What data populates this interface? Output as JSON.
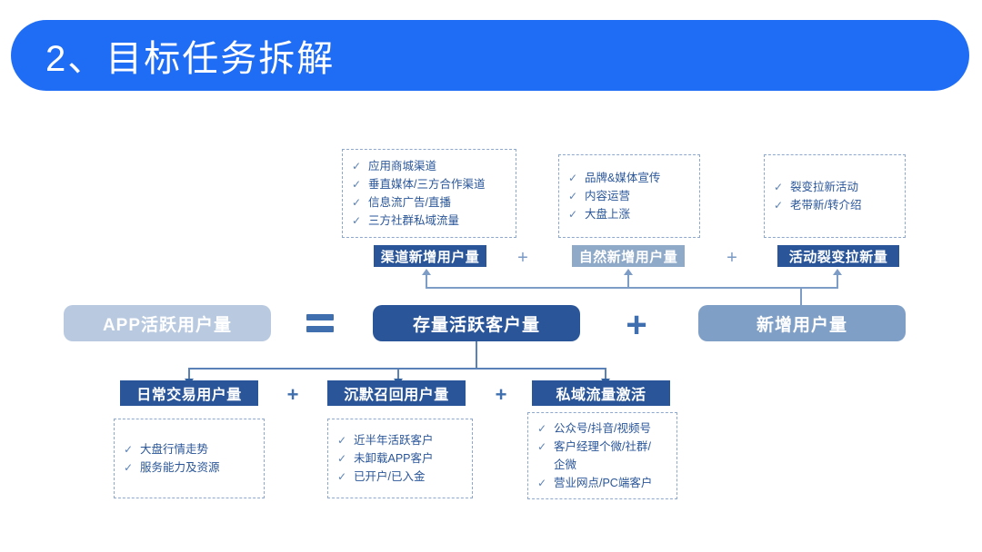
{
  "slide": {
    "title": "2、目标任务拆解",
    "accent_blue": "#1f6df5",
    "dark_blue": "#2a5699",
    "mid_blue": "#8fa9c9",
    "pale_blue": "#b8c9e0",
    "check_glyph": "✓"
  },
  "top_section": {
    "boxes": [
      {
        "label": "渠道新增用户量",
        "style": "dark",
        "items": [
          "应用商城渠道",
          "垂直媒体/三方合作渠道",
          "信息流广告/直播",
          "三方社群私域流量"
        ]
      },
      {
        "label": "自然新增用户量",
        "style": "mid",
        "items": [
          "品牌&媒体宣传",
          "内容运营",
          "大盘上涨"
        ]
      },
      {
        "label": "活动裂变拉新量",
        "style": "dark",
        "items": [
          "裂变拉新活动",
          "老带新/转介绍"
        ]
      }
    ],
    "operators": [
      "+",
      "+"
    ]
  },
  "middle_section": {
    "left_pill": "APP活跃用户量",
    "equals": "=",
    "center_pill": "存量活跃客户量",
    "plus": "+",
    "right_pill": "新增用户量"
  },
  "bottom_section": {
    "boxes": [
      {
        "label": "日常交易用户量",
        "items": [
          "大盘行情走势",
          "服务能力及资源"
        ]
      },
      {
        "label": "沉默召回用户量",
        "items": [
          "近半年活跃客户",
          "未卸载APP客户",
          "已开户/已入金"
        ]
      },
      {
        "label": "私域流量激活",
        "items": [
          "公众号/抖音/视频号",
          "客户经理个微/社群/",
          "企微",
          "营业网点/PC端客户"
        ]
      }
    ],
    "operators": [
      "+",
      "+"
    ]
  }
}
